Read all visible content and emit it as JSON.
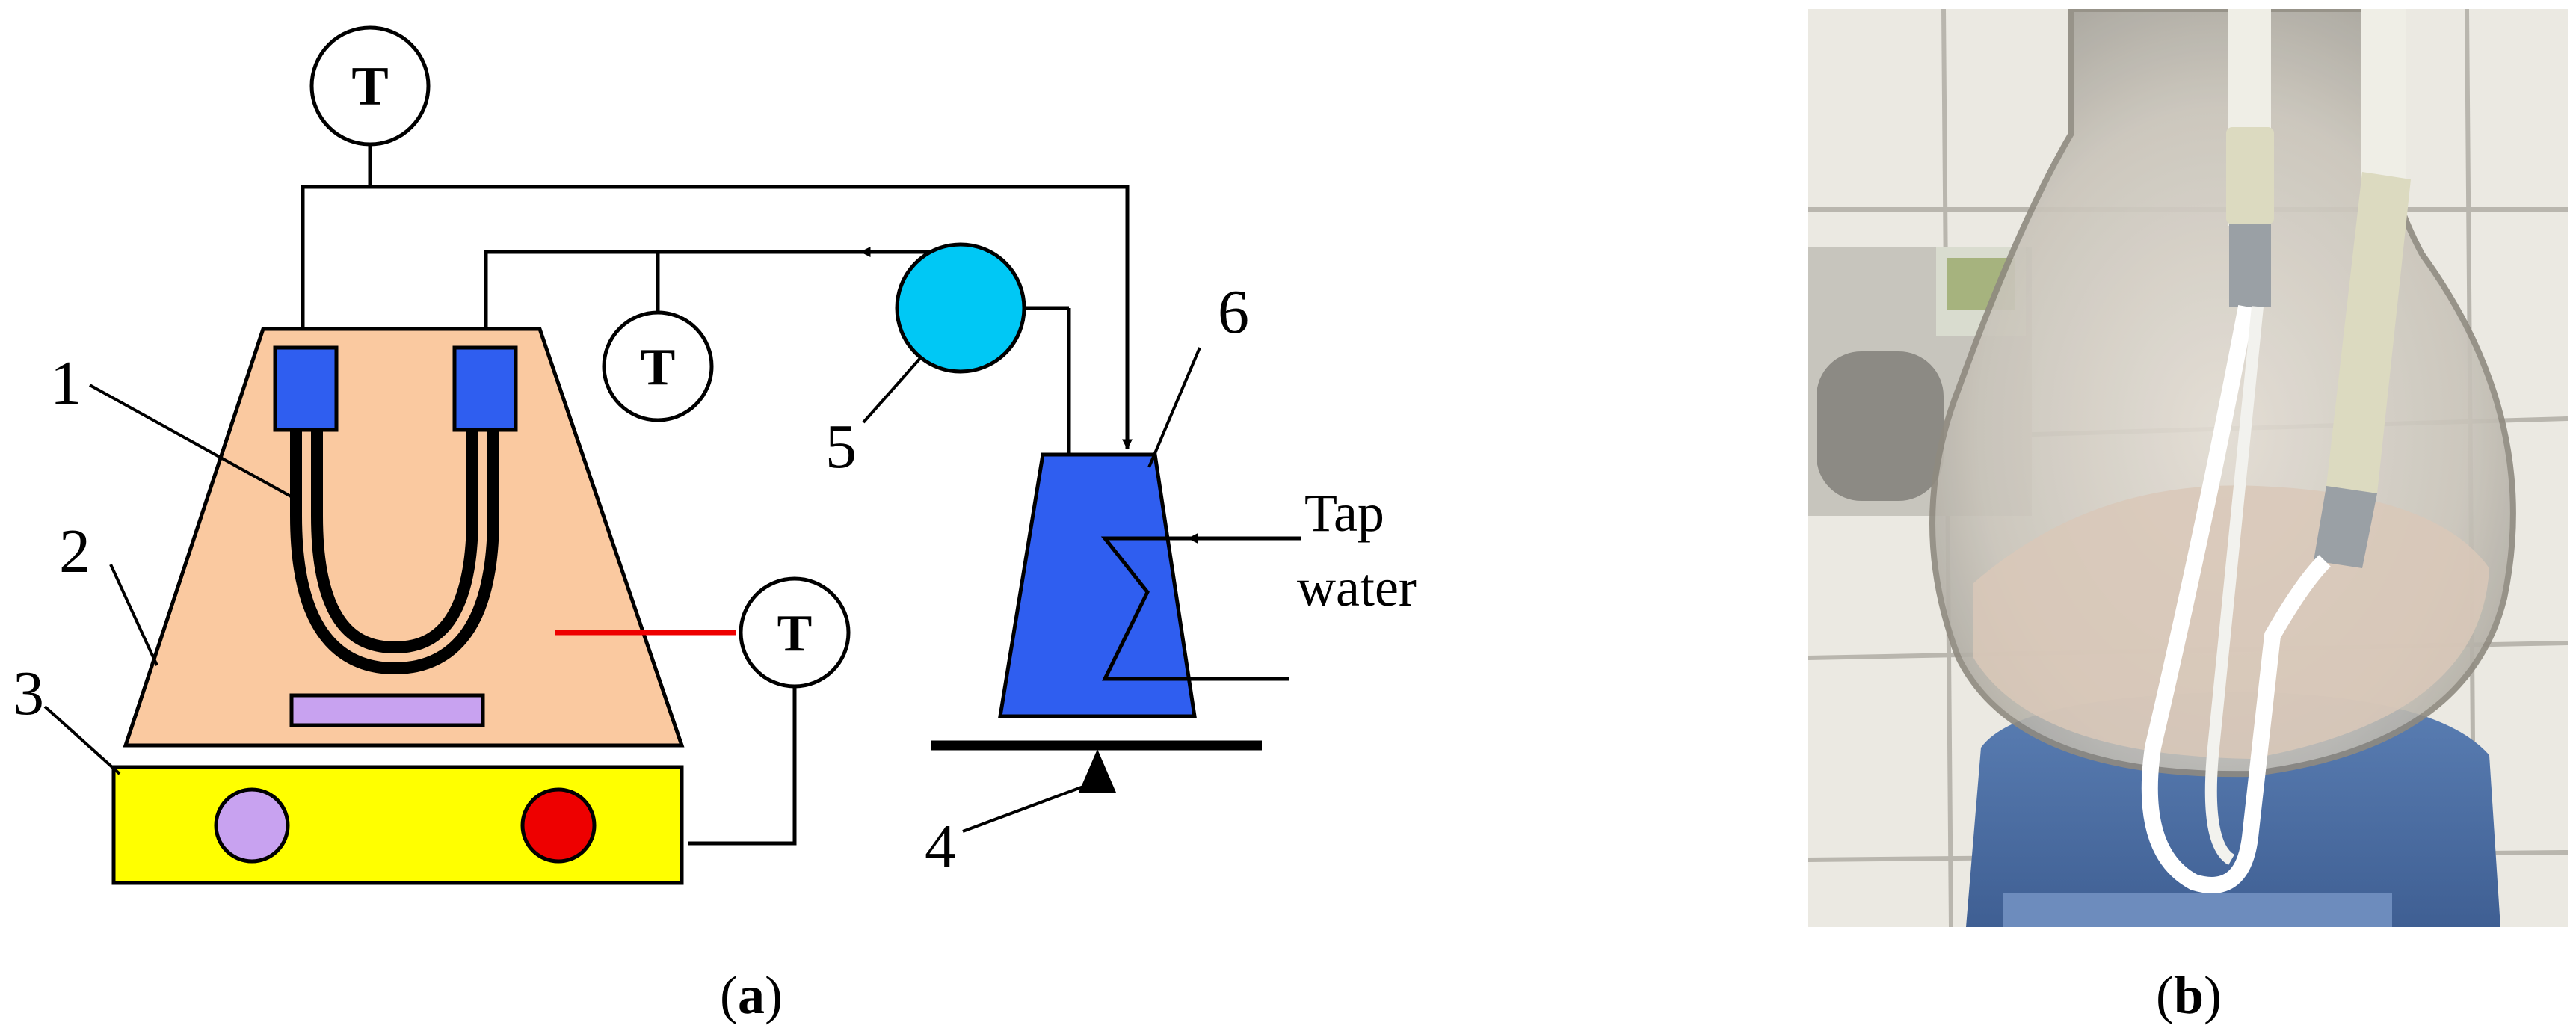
{
  "panel_a": {
    "sensor_label": "T",
    "component_labels": [
      "1",
      "2",
      "3",
      "4",
      "5",
      "6"
    ],
    "tap_water_line1": "Tap",
    "tap_water_line2": "water",
    "caption_open": "(",
    "caption_letter": "a",
    "caption_close": ")",
    "colors": {
      "vessel": "#fac9a0",
      "coupling": "#2f5ef0",
      "stir_bar": "#c8a2f0",
      "hotplate": "#ffff00",
      "knob_left": "#c8a2f0",
      "knob_right": "#ee0000",
      "pump": "#00c8f5",
      "tank": "#2f5ef0",
      "probe": "#ee0000"
    }
  },
  "panel_b": {
    "caption_open": "(",
    "caption_letter": "b",
    "caption_close": ")"
  }
}
